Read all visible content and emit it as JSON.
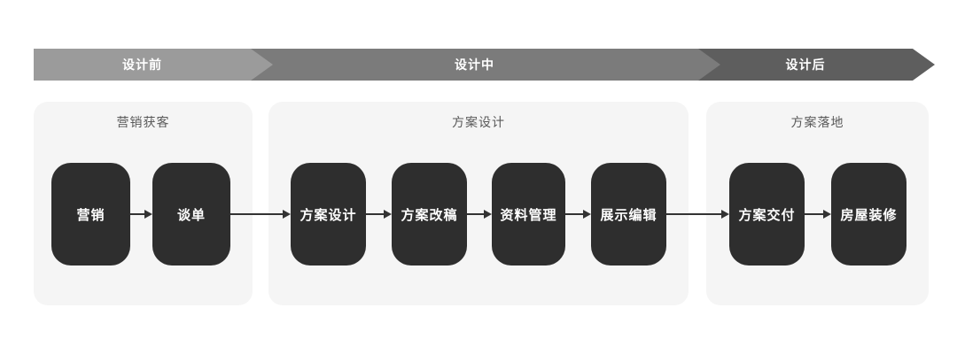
{
  "diagram": {
    "type": "process-flow",
    "stages": [
      {
        "label": "设计前",
        "color": "#9b9b9b"
      },
      {
        "label": "设计中",
        "color": "#7b7b7b"
      },
      {
        "label": "设计后",
        "color": "#5e5e5e"
      }
    ],
    "panels": [
      {
        "title": "营销获客",
        "boxes": [
          {
            "label": "营销"
          },
          {
            "label": "谈单"
          }
        ]
      },
      {
        "title": "方案设计",
        "boxes": [
          {
            "label": "方案设计"
          },
          {
            "label": "方案改稿"
          },
          {
            "label": "资料管理"
          },
          {
            "label": "展示编辑"
          }
        ]
      },
      {
        "title": "方案落地",
        "boxes": [
          {
            "label": "方案交付"
          },
          {
            "label": "房屋装修"
          }
        ]
      }
    ],
    "flow_order": [
      "营销",
      "谈单",
      "方案设计",
      "方案改稿",
      "资料管理",
      "展示编辑",
      "方案交付",
      "房屋装修"
    ],
    "colors": {
      "background": "#ffffff",
      "panel_background": "#f5f5f5",
      "node_background": "#2e2e2e",
      "node_text": "#ffffff",
      "band_text": "#ffffff",
      "panel_title_text": "#595959",
      "arrow": "#333333"
    }
  }
}
